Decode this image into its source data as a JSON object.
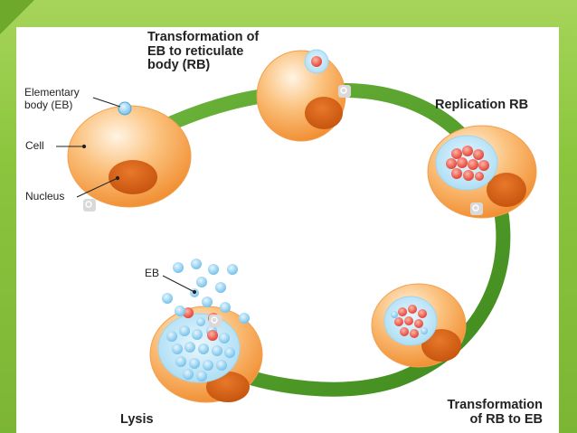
{
  "labels": {
    "transform_eb_rb_1": "Transformation of",
    "transform_eb_rb_2": "EB to reticulate",
    "transform_eb_rb_3": "body (RB)",
    "replication": "Replication RB",
    "transform_rb_eb_1": "Transformation",
    "transform_rb_eb_2": "of RB to EB",
    "lysis": "Lysis",
    "elementary_1": "Elementary",
    "elementary_2": "body (EB)",
    "cell": "Cell",
    "nucleus": "Nucleus",
    "eb": "EB"
  },
  "colors": {
    "slide_green": "#8cc63f",
    "cycle_arrow": "#4e9a22",
    "cell_fill": "#f7a24a",
    "nucleus_fill": "#d9620f",
    "eb_blue": "#8fd0f0",
    "rb_red": "#e74c3c"
  },
  "icons": [
    "zoom-icon"
  ]
}
